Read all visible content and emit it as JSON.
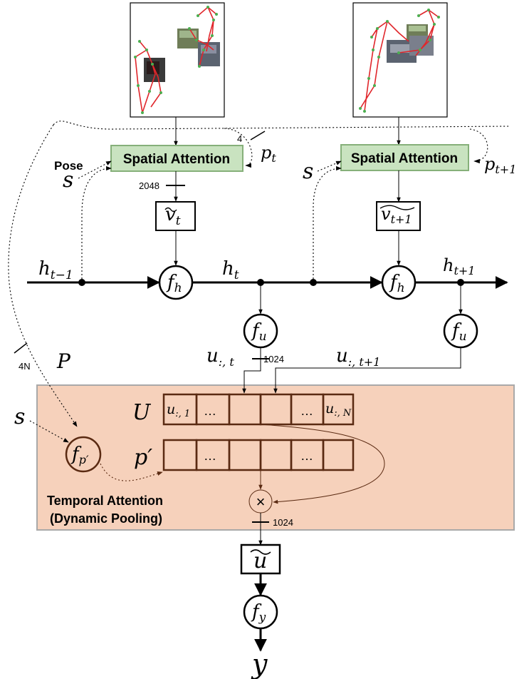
{
  "spatial_attention": {
    "label": "Spatial Attention"
  },
  "inputs": {
    "pose_label": "Pose",
    "s": "s",
    "p_t": "p",
    "p_t_sub": "t",
    "p_t1": "p",
    "p_t1_sub": "t+1",
    "dim_4": "4",
    "dim_2048": "2048"
  },
  "features": {
    "v_t": "v",
    "v_t_sub": "t",
    "v_t1": "v",
    "v_t1_sub": "t+1"
  },
  "hidden": {
    "h_prev": "h",
    "h_prev_sub": "t−1",
    "h_t": "h",
    "h_t_sub": "t",
    "h_next": "h",
    "h_next_sub": "t+1"
  },
  "nodes": {
    "f": "f",
    "fh_sub": "h",
    "fu_sub": "u",
    "fp_sub": "p′",
    "fy_sub": "y"
  },
  "u_labels": {
    "u": "u",
    "u_t_sub": ":, t",
    "u_t1_sub": ":, t+1",
    "dim_1024": "1024"
  },
  "pose_vector": {
    "label": "P",
    "dim": "4N"
  },
  "temporal": {
    "title_line1": "Temporal Attention",
    "title_line2": "(Dynamic Pooling)",
    "U": "U",
    "p_prime": "p′",
    "cell_first_main": "u",
    "cell_first_sub": ":, 1",
    "cell_last_main": "u",
    "cell_last_sub": ":, N",
    "dots": "…",
    "times": "×",
    "dim_1024": "1024"
  },
  "output": {
    "u_tilde": "u",
    "y": "y"
  },
  "colors": {
    "spatial_box_fill": "#c9e3c0",
    "spatial_box_stroke": "#86b07a",
    "temporal_bg": "#f6d1bb",
    "temporal_border": "#a9a9a9",
    "temporal_stroke": "#5a2a12",
    "skeleton_red": "#e0262b",
    "joint_green": "#4caf50"
  }
}
